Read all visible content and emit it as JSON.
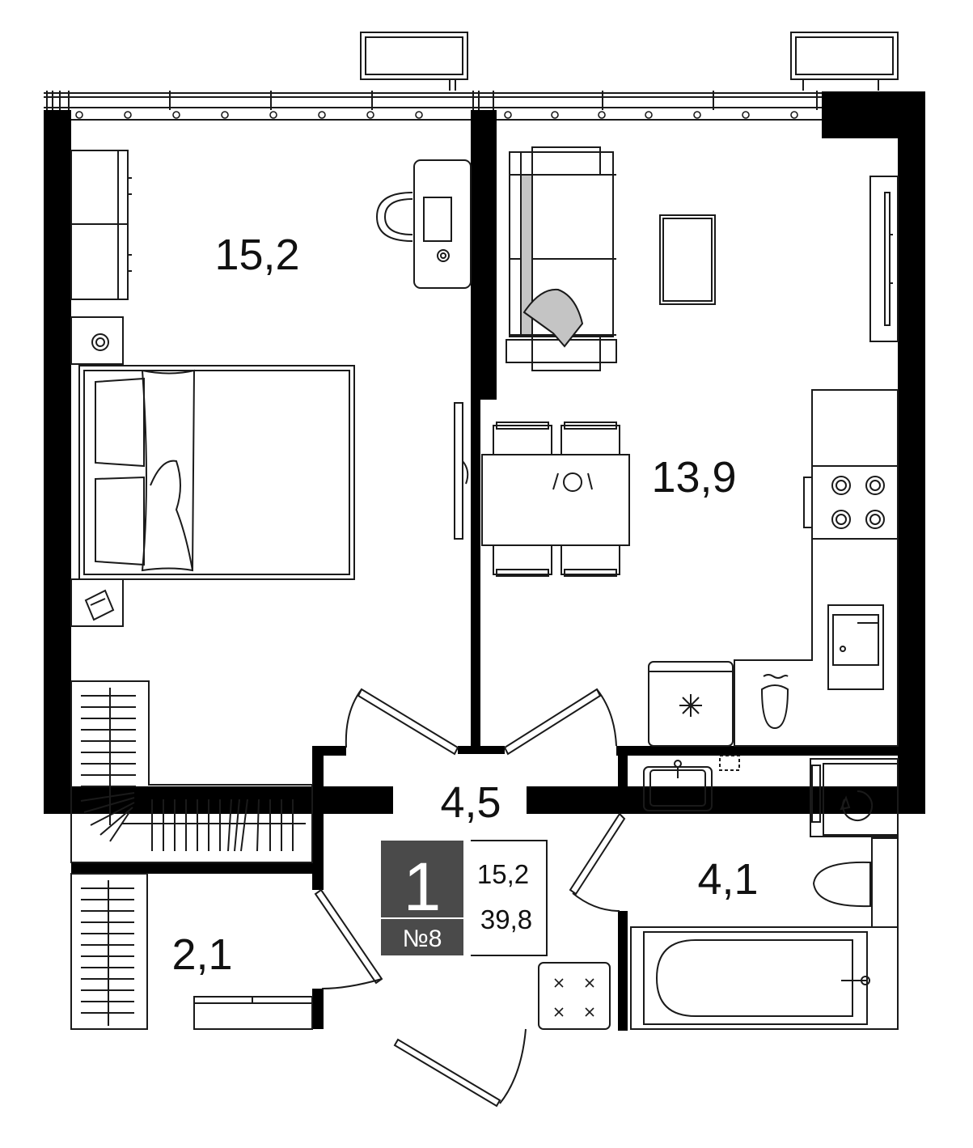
{
  "rooms": {
    "bedroom": "15,2",
    "kitchen_living": "13,9",
    "hall": "4,5",
    "bathroom": "4,1",
    "storage": "2,1"
  },
  "badge": {
    "rooms_count": "1",
    "apartment_no": "№8"
  },
  "stats": {
    "living_area": "15,2",
    "total_area": "39,8"
  },
  "colors": {
    "wall": "#000000",
    "line": "#1a1a1a",
    "badge_bg": "#4a4a4a",
    "accent_fill": "#c4c4c4"
  }
}
